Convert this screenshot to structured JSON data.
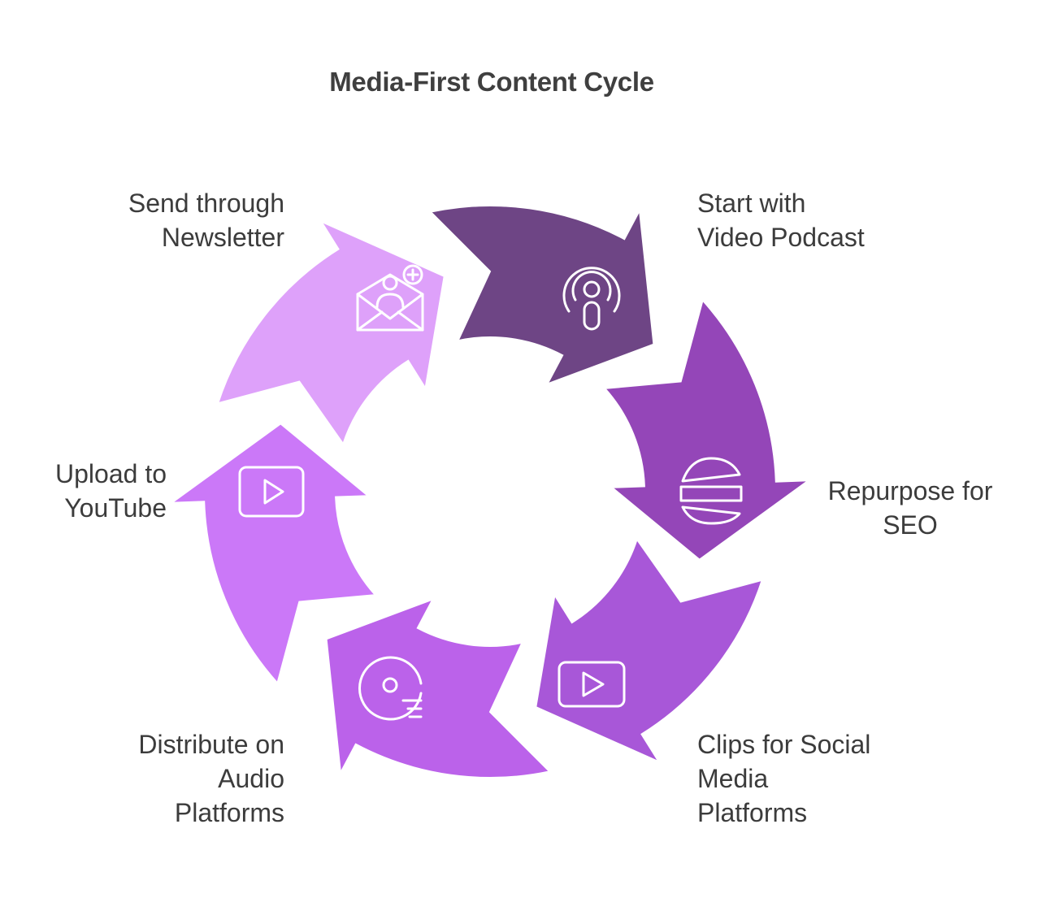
{
  "title": "Media-First Content Cycle",
  "colors": {
    "start": "#6e4585",
    "seo": "#9446b8",
    "clips": "#a857d8",
    "audio": "#bb62ea",
    "youtube": "#cb78f8",
    "newsletter": "#dea1fa",
    "icon_stroke": "#ffffff"
  },
  "steps": [
    {
      "id": "start",
      "lines": [
        "Start with",
        "Video Podcast"
      ],
      "icon": "podcast-icon"
    },
    {
      "id": "seo",
      "lines": [
        "Repurpose for",
        "SEO"
      ],
      "icon": "layers-icon"
    },
    {
      "id": "clips",
      "lines": [
        "Clips for Social",
        "Media",
        "Platforms"
      ],
      "icon": "play-icon"
    },
    {
      "id": "audio",
      "lines": [
        "Distribute on",
        "Audio",
        "Platforms"
      ],
      "icon": "audio-disc-icon"
    },
    {
      "id": "youtube",
      "lines": [
        "Upload to",
        "YouTube"
      ],
      "icon": "youtube-play-icon"
    },
    {
      "id": "newsletter",
      "lines": [
        "Send through",
        "Newsletter"
      ],
      "icon": "newsletter-icon"
    }
  ]
}
